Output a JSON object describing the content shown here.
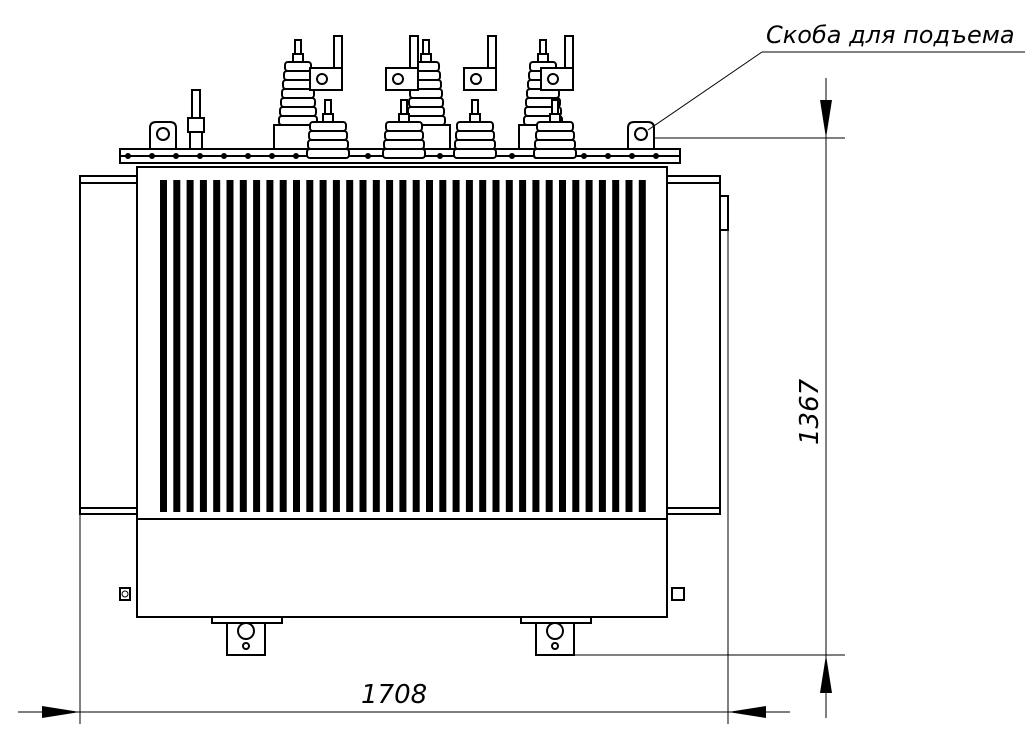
{
  "annotations": {
    "lifting_bracket": "Скоба для подъема"
  },
  "dimensions": {
    "width": "1708",
    "height": "1367"
  },
  "colors": {
    "line": "#000000",
    "background": "#ffffff"
  }
}
